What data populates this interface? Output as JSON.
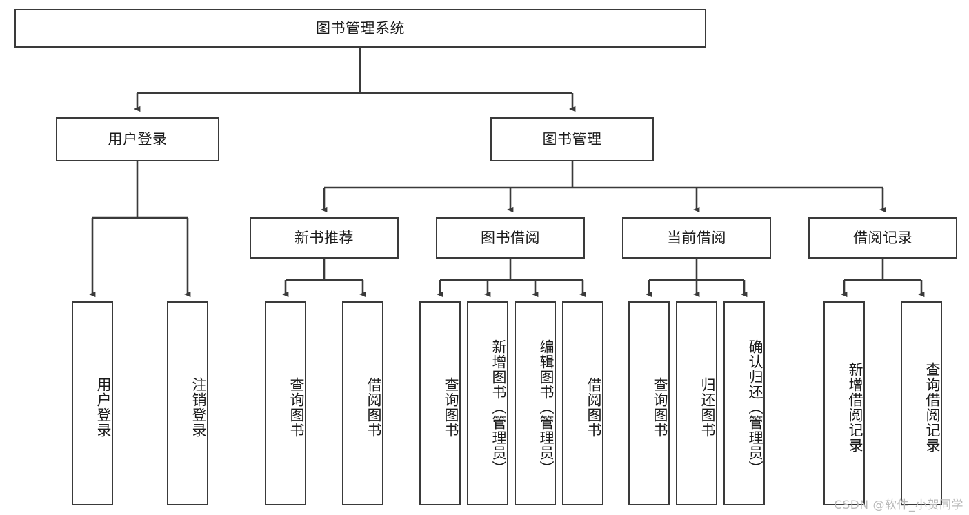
{
  "diagram": {
    "title": "图书管理系统",
    "type": "hierarchy-tree",
    "root": {
      "label": "图书管理系统"
    },
    "level2": [
      {
        "label": "用户登录"
      },
      {
        "label": "图书管理"
      }
    ],
    "level3": [
      {
        "label": "新书推荐"
      },
      {
        "label": "图书借阅"
      },
      {
        "label": "当前借阅"
      },
      {
        "label": "借阅记录"
      }
    ],
    "leaves": {
      "user_login": [
        {
          "label": "用户登录"
        },
        {
          "label": "注销登录"
        }
      ],
      "new_book_recommend": [
        {
          "label": "查询图书"
        },
        {
          "label": "借阅图书"
        }
      ],
      "book_borrow": [
        {
          "label": "查询图书"
        },
        {
          "label": "新增图书（管理员）"
        },
        {
          "label": "编辑图书（管理员）"
        },
        {
          "label": "借阅图书"
        }
      ],
      "current_borrow": [
        {
          "label": "查询图书"
        },
        {
          "label": "归还图书"
        },
        {
          "label": "确认归还（管理员）"
        }
      ],
      "borrow_record": [
        {
          "label": "新增借阅记录"
        },
        {
          "label": "查询借阅记录"
        }
      ]
    }
  },
  "watermark": {
    "text": "CSDN @软件_小贺同学"
  },
  "colors": {
    "border": "#3a3a3a",
    "text": "#1a1a1a",
    "background": "#ffffff",
    "watermark": "#b9b9b9"
  }
}
